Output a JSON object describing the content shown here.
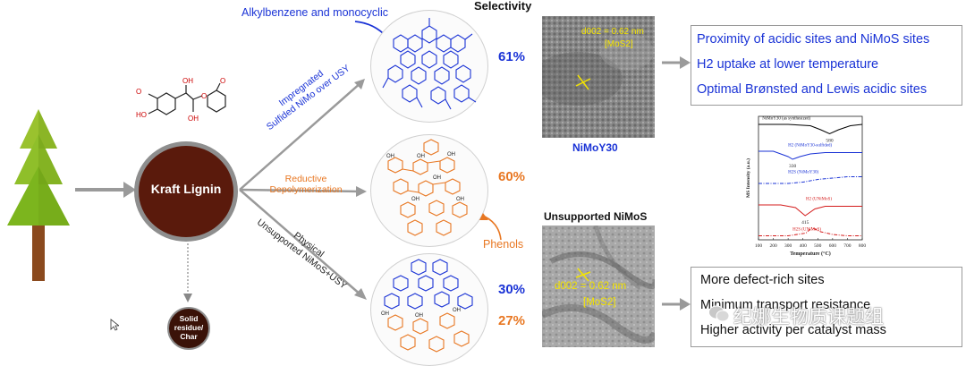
{
  "center": {
    "label": "Kraft Lignin"
  },
  "residue": {
    "label_lines": [
      "Solid",
      "residue/",
      "Char"
    ]
  },
  "selectivity": {
    "title": "Selectivity"
  },
  "annotations": {
    "aromatics": "Alkylbenzene and monocyclic",
    "phenols": "Phenols"
  },
  "routes": {
    "top": {
      "line1": "Impregnated",
      "line2": "Sulfided NiMo over USY"
    },
    "middle": {
      "line1": "Reductive",
      "line2": "Depolymerization"
    },
    "bottom": {
      "line1": "Physical",
      "line2": "Unsupported NiMoS+USY"
    }
  },
  "percentages": {
    "top": "61%",
    "middle": "60%",
    "bottom_blue": "30%",
    "bottom_orange": "27%"
  },
  "tem_top": {
    "caption": "NiMoY30",
    "d002": "d002 = 0.62 nm",
    "phase": "[MoS2]"
  },
  "tem_bottom": {
    "caption": "Unsupported NiMoS",
    "d002": "d002 = 0.62 nm",
    "phase": "[MoS2]"
  },
  "box_top": [
    "Proximity of acidic sites and NiMoS sites",
    "H2 uptake at lower temperature",
    "Optimal Brønsted and Lewis acidic sites"
  ],
  "box_bottom": [
    "More defect-rich sites",
    "Minimum transport resistance",
    "Higher activity per catalyst mass"
  ],
  "chart_data": {
    "type": "line",
    "title": "",
    "xlabel": "Temperature (°C)",
    "ylabel": "MS Intensity (a.u.)",
    "xlim": [
      100,
      800
    ],
    "x_ticks": [
      "100",
      "200",
      "300",
      "400",
      "500",
      "600",
      "700",
      "800"
    ],
    "series": [
      {
        "name": "NiMoY30 (as synthesized)",
        "color": "#000000",
        "style": "solid",
        "x": [
          100,
          300,
          450,
          520,
          580,
          640,
          720,
          800
        ],
        "y": [
          8.6,
          8.6,
          8.5,
          8.2,
          7.9,
          8.2,
          8.5,
          8.6
        ]
      },
      {
        "name": "H2 (NiMoY30-sulfided)",
        "color": "#1a33d6",
        "style": "solid",
        "x": [
          100,
          200,
          300,
          330,
          380,
          450,
          550,
          650,
          800
        ],
        "y": [
          6.6,
          6.6,
          6.2,
          6.0,
          6.2,
          6.4,
          6.5,
          6.5,
          6.5
        ]
      },
      {
        "name": "H2S (NiMoY30)",
        "color": "#1a33d6",
        "style": "dashdot",
        "x": [
          100,
          300,
          400,
          500,
          600,
          700,
          800
        ],
        "y": [
          4.2,
          4.2,
          4.3,
          4.5,
          4.6,
          4.7,
          4.7
        ]
      },
      {
        "name": "H2 (UNiMoS)",
        "color": "#d41c1c",
        "style": "solid",
        "x": [
          100,
          250,
          350,
          415,
          480,
          550,
          650,
          800
        ],
        "y": [
          2.6,
          2.6,
          2.4,
          1.8,
          2.3,
          2.5,
          2.5,
          2.5
        ]
      },
      {
        "name": "H2S (UNiMoS)",
        "color": "#d41c1c",
        "style": "dashdot",
        "x": [
          100,
          300,
          420,
          460,
          520,
          600,
          700,
          800
        ],
        "y": [
          0.3,
          0.3,
          0.5,
          0.9,
          0.6,
          0.4,
          0.3,
          0.3
        ]
      }
    ],
    "annotations": [
      "580",
      "330",
      "415"
    ]
  },
  "watermark": "纪娜生物质课题组",
  "colors": {
    "blue": "#1a33d6",
    "orange": "#e87722",
    "lignin": "#5a1a0c"
  }
}
